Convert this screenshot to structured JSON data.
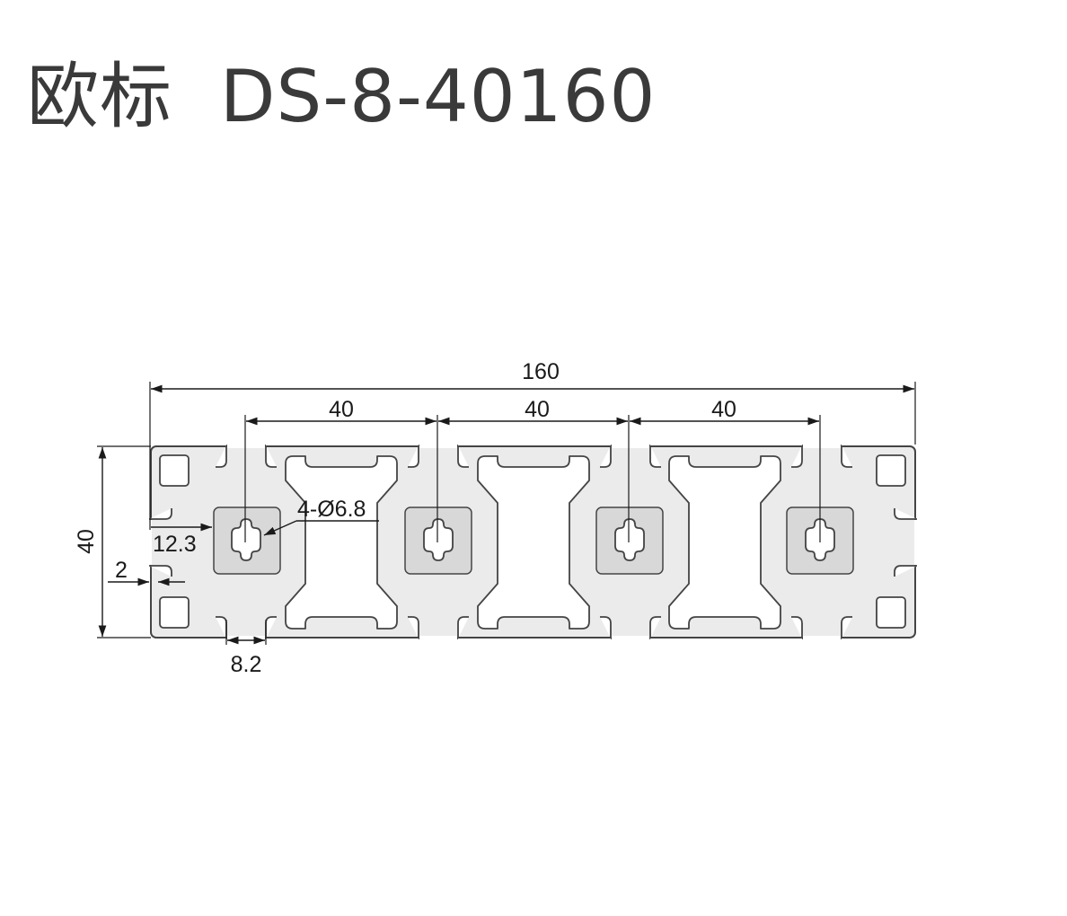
{
  "title": "欧标  DS-8-40160",
  "dimensions": {
    "overall_width": "160",
    "pitch_1": "40",
    "pitch_2": "40",
    "pitch_3": "40",
    "height": "40",
    "hole_callout": "4-Ø6.8",
    "offset_12_3": "12.3",
    "wall_2": "2",
    "slot_8_2": "8.2"
  }
}
